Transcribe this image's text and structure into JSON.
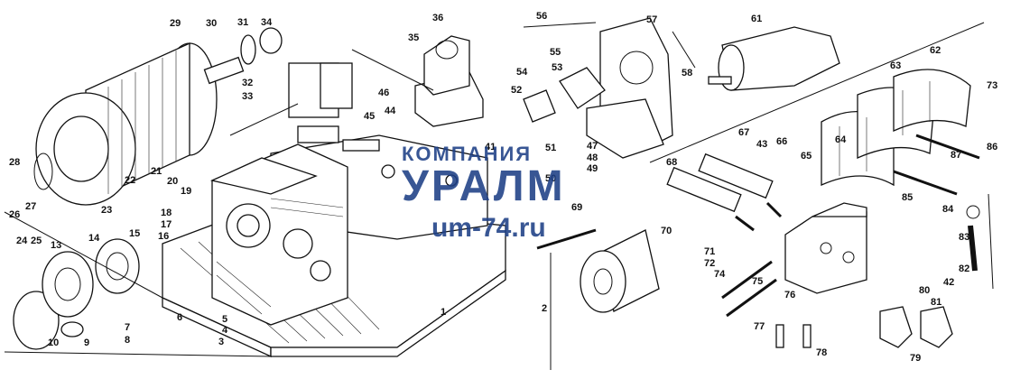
{
  "watermark": {
    "line1": "КОМПАНИЯ",
    "line2": "УРАЛМ",
    "line3": "um-74.ru",
    "color": "#1d3f86"
  },
  "callouts": {
    "c1": "1",
    "c2": "2",
    "c3": "3",
    "c4": "4",
    "c5": "5",
    "c6": "6",
    "c7": "7",
    "c8": "8",
    "c9": "9",
    "c10": "10",
    "c13": "13",
    "c14": "14",
    "c15": "15",
    "c16": "16",
    "c17": "17",
    "c18": "18",
    "c19": "19",
    "c20": "20",
    "c21": "21",
    "c22": "22",
    "c23": "23",
    "c24": "24",
    "c25": "25",
    "c26": "26",
    "c27": "27",
    "c28": "28",
    "c29": "29",
    "c30": "30",
    "c31": "31",
    "c32": "32",
    "c33": "33",
    "c34": "34",
    "c35": "35",
    "c36": "36",
    "c41": "41",
    "c42": "42",
    "c43": "43",
    "c44": "44",
    "c45": "45",
    "c46": "46",
    "c47": "47",
    "c48": "48",
    "c49": "49",
    "c50": "50",
    "c51": "51",
    "c52": "52",
    "c53": "53",
    "c54": "54",
    "c55": "55",
    "c56": "56",
    "c57": "57",
    "c58": "58",
    "c61": "61",
    "c62": "62",
    "c63": "63",
    "c64": "64",
    "c65": "65",
    "c66": "66",
    "c67": "67",
    "c68": "68",
    "c69": "69",
    "c70": "70",
    "c71": "71",
    "c72": "72",
    "c73": "73",
    "c74": "74",
    "c75": "75",
    "c76": "76",
    "c77": "77",
    "c78": "78",
    "c79": "79",
    "c80": "80",
    "c81": "81",
    "c82": "82",
    "c83": "83",
    "c84": "84",
    "c85": "85",
    "c86": "86",
    "c87": "87"
  }
}
